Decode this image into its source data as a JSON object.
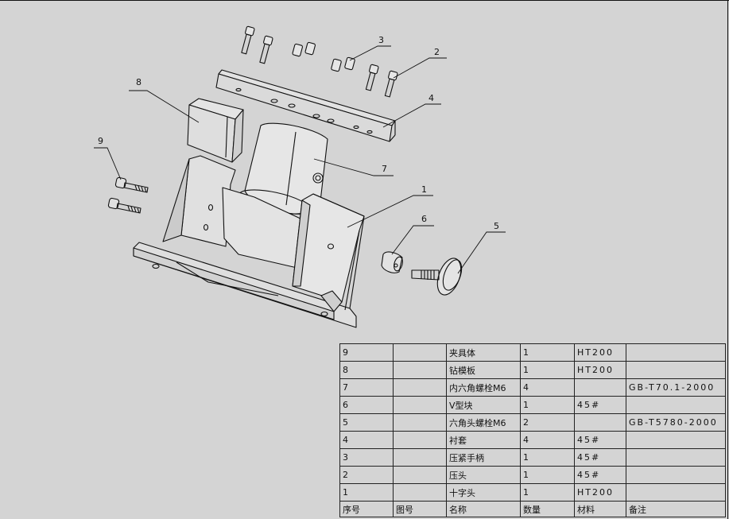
{
  "balloons": [
    {
      "id": "b1",
      "label": "1"
    },
    {
      "id": "b2",
      "label": "2"
    },
    {
      "id": "b3",
      "label": "3"
    },
    {
      "id": "b4",
      "label": "4"
    },
    {
      "id": "b5",
      "label": "5"
    },
    {
      "id": "b6",
      "label": "6"
    },
    {
      "id": "b7",
      "label": "7"
    },
    {
      "id": "b8",
      "label": "8"
    },
    {
      "id": "b9",
      "label": "9"
    }
  ],
  "bom": {
    "header": [
      "序号",
      "图号",
      "名称",
      "数量",
      "材料",
      "备注"
    ],
    "rows": [
      [
        "9",
        "",
        "夹具体",
        "1",
        "HT200",
        ""
      ],
      [
        "8",
        "",
        "钻模板",
        "1",
        "HT200",
        ""
      ],
      [
        "7",
        "",
        "内六角螺栓M6",
        "4",
        "",
        "GB-T70.1-2000"
      ],
      [
        "6",
        "",
        "V型块",
        "1",
        "45#",
        ""
      ],
      [
        "5",
        "",
        "六角头螺栓M6",
        "2",
        "",
        "GB-T5780-2000"
      ],
      [
        "4",
        "",
        "衬套",
        "4",
        "45#",
        ""
      ],
      [
        "3",
        "",
        "压紧手柄",
        "1",
        "45#",
        ""
      ],
      [
        "2",
        "",
        "压头",
        "1",
        "45#",
        ""
      ],
      [
        "1",
        "",
        "十字头",
        "1",
        "HT200",
        ""
      ]
    ]
  }
}
